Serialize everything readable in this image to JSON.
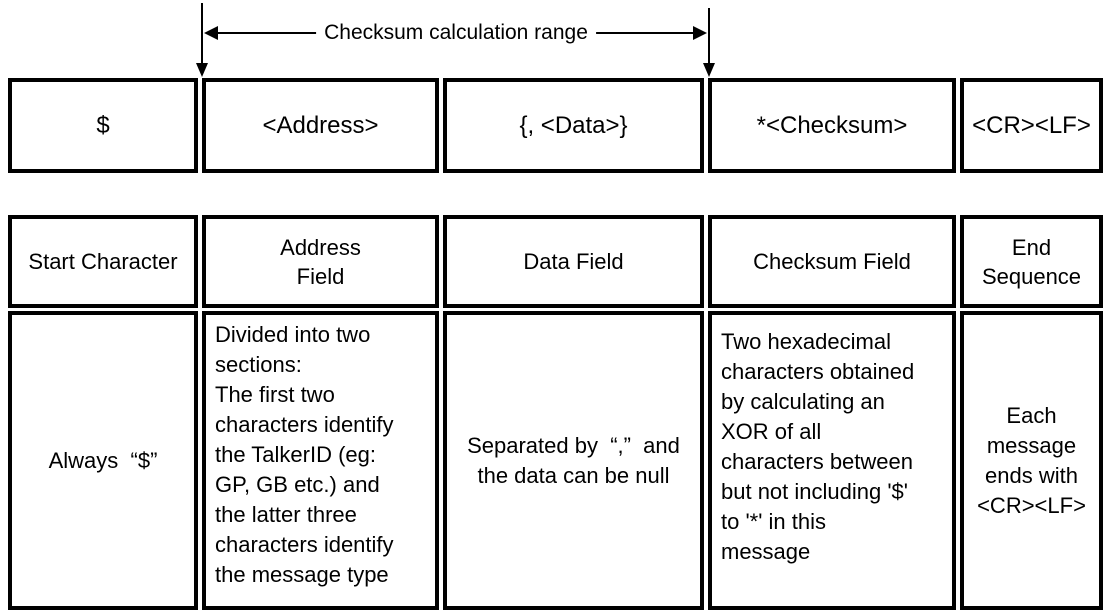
{
  "annotation": {
    "label": "Checksum calculation range"
  },
  "message_boxes": [
    {
      "label": "$"
    },
    {
      "label": "<Address>"
    },
    {
      "label": "{, <Data>}"
    },
    {
      "label": "*<Checksum>"
    },
    {
      "label": "<CR><LF>"
    }
  ],
  "table": {
    "headers": [
      {
        "label": "Start Character"
      },
      {
        "label": "Address\nField"
      },
      {
        "label": "Data Field"
      },
      {
        "label": "Checksum Field"
      },
      {
        "label": "End\nSequence"
      }
    ],
    "descriptions": {
      "start": "Always  “$”",
      "address": "Divided into two\nsections:\nThe first two\ncharacters identify\nthe TalkerID (eg:\nGP, GB etc.) and\nthe latter three\ncharacters identify\nthe message type",
      "data": "Separated by  “,”  and\nthe data can be null",
      "checksum": "Two hexadecimal\ncharacters obtained\nby calculating an\nXOR of all\ncharacters between\nbut not including '$'\nto '*' in this\nmessage",
      "end": "Each\nmessage\nends with\n<CR><LF>"
    }
  },
  "colors": {
    "border": "#000000",
    "background": "#ffffff",
    "text": "#000000"
  }
}
